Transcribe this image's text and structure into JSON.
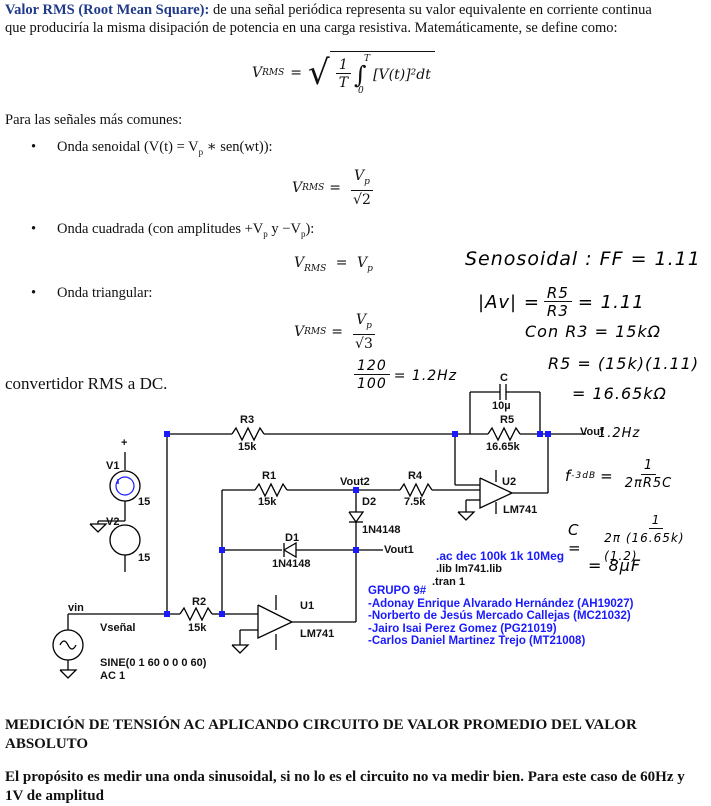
{
  "intro": {
    "term": "Valor RMS (Root Mean Square):",
    "line1_rest": " de una señal periódica representa su valor equivalente en corriente continua",
    "line2": "que produciría la misma disipación de potencia en una carga resistiva. Matemáticamente, se define como:"
  },
  "formula_main": {
    "lhs": "V",
    "lhs_sub": "RMS",
    "num": "1",
    "den": "T",
    "upper": "T",
    "lower": "0",
    "integrand": "[V(t)]²dt"
  },
  "common_signals_label": "Para las señales más comunes:",
  "signals": [
    {
      "label": "Onda senoidal (V(t) = V",
      "label_sub": "p",
      "label_tail": " ∗ sen(wt)):",
      "num": "V",
      "num_sub": "p",
      "den": "√2"
    },
    {
      "label": "Onda cuadrada (con amplitudes +V",
      "label_sub": "p",
      "label_mid": " y  −V",
      "label_sub2": "p",
      "label_tail": "):",
      "rhs": "V",
      "rhs_sub": "p"
    },
    {
      "label": "Onda triangular:",
      "num": "V",
      "num_sub": "p",
      "den": "√3"
    }
  ],
  "eq_lhs": "V",
  "eq_lhs_sub": "RMS",
  "section_title": "convertidor RMS a DC.",
  "handwritten": {
    "senosoidal": "Senosoidal :  FF = 1.11",
    "gain": "|Av| =",
    "gain_num": "R5",
    "gain_den": "R3",
    "gain_val": "= 1.11",
    "con": "Con  R3 = 15kΩ",
    "ratio_num": "120",
    "ratio_den": "100",
    "ratio_val": "= 1.2Hz",
    "r5_line1": "R5 = (15k)(1.11)",
    "r5_line2": "= 16.65kΩ",
    "freq": "1.2Hz",
    "f3db": "f",
    "f3db_sub": "-3dB",
    "f3db_eq": "=",
    "f3db_num": "1",
    "f3db_den": "2πR5C",
    "c_lhs": "C =",
    "c_num": "1",
    "c_den": "2π (16.65k) (1.2)",
    "c_val": "= 8µF"
  },
  "schematic": {
    "C": "C",
    "C_val": "10µ",
    "R5": "R5",
    "R5_val": "16.65k",
    "R3": "R3",
    "R3_val": "15k",
    "Vout": "Vout",
    "V1": "V1",
    "V1_val": "15",
    "V2": "V2",
    "V2_val": "15",
    "R1": "R1",
    "R1_val": "15k",
    "Vout2": "Vout2",
    "R4": "R4",
    "R4_val": "7.5k",
    "U2": "U2",
    "LM741_top": "LM741",
    "D2": "D2",
    "D2_val": "1N4148",
    "D1": "D1",
    "D1_val": "1N4148",
    "Vout1": "Vout1",
    "vin": "vin",
    "R2": "R2",
    "R2_val": "15k",
    "U1": "U1",
    "LM741_bot": "LM741",
    "Vsenal": "Vseñal",
    "sine": "SINE(0 1 60 0 0 0 60)",
    "ac": "AC 1",
    "directive1": ".ac dec 100k 1k 10Meg",
    "directive2": ".lib lm741.lib",
    "directive3": ".tran 1",
    "group_title": "GRUPO 9#",
    "members": [
      "-Adonay Enrique Alvarado Hernández  (AH19027)",
      "-Norberto de Jesús Mercado Callejas (MC21032)",
      "-Jairo Isai Perez Gomez           (PG21019)",
      "-Carlos Daniel Martinez Trejo      (MT21008)"
    ]
  },
  "bottom": {
    "heading": "MEDICIÓN DE TENSIÓN AC APLICANDO CIRCUITO DE VALOR PROMEDIO DEL VALOR ABSOLUTO",
    "para": "El propósito es medir una onda sinusoidal, si no lo es el circuito no va medir bien. Para este caso de 60Hz y 1V de amplitud"
  }
}
